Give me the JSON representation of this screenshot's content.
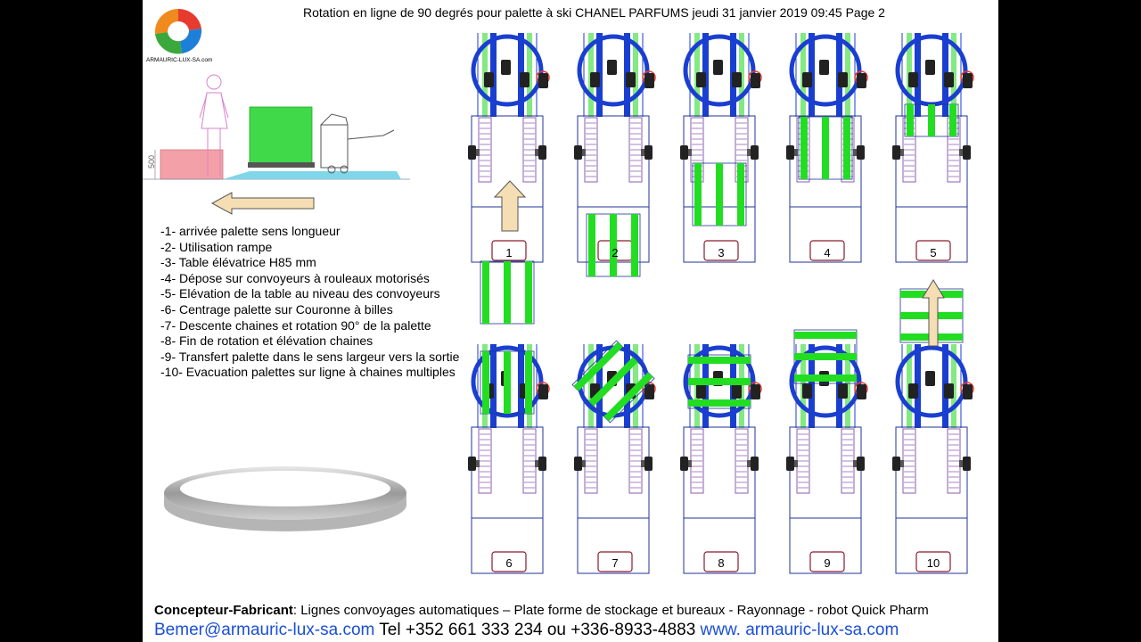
{
  "header": {
    "title": "Rotation en ligne de 90 degrés pour palette à ski  CHANEL PARFUMS    jeudi 31 janvier 2019 09:45 Page 2"
  },
  "logo": {
    "text": "ARMAURIC-LUX-SA.com"
  },
  "scene": {
    "height_label": "500"
  },
  "steps": [
    "-1- arrivée palette sens longueur",
    "-2- Utilisation rampe",
    "-3- Table élévatrice H85 mm",
    "-4- Dépose sur convoyeurs à rouleaux motorisés",
    "-5- Elévation de la table au niveau des convoyeurs",
    "-6- Centrage palette sur Couronne à billes",
    "-7- Descente chaines et rotation 90° de la palette",
    "-8- Fin de rotation et élévation chaines",
    "-9- Transfert palette dans le sens largeur vers la sortie",
    "-10- Evacuation palettes sur ligne à chaines multiples"
  ],
  "stations": [
    {
      "number": "1"
    },
    {
      "number": "2"
    },
    {
      "number": "3"
    },
    {
      "number": "4"
    },
    {
      "number": "5"
    },
    {
      "number": "6"
    },
    {
      "number": "7"
    },
    {
      "number": "8"
    },
    {
      "number": "9"
    },
    {
      "number": "10"
    }
  ],
  "footer": {
    "label": "Concepteur-Fabricant",
    "text": ": Lignes convoyages automatiques – Plate forme de stockage et bureaux  - Rayonnage - robot Quick Pharm",
    "email": "Bemer@armauric-lux-sa.com",
    "phone": " Tel +352 661 333 234 ou +336-8933-4883 ",
    "website": "www. armauric-lux-sa.com"
  },
  "colors": {
    "blue": "#1a3fd0",
    "green": "#22dd22",
    "purple": "#8a5fb0",
    "pink": "#f4a0a8",
    "arrow": "#f5deb3"
  }
}
